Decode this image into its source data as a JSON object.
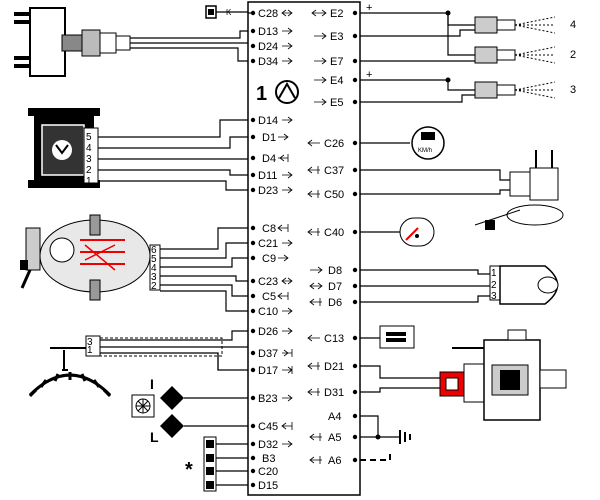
{
  "ecu": {
    "label": "1"
  },
  "left_pins": [
    "C28",
    "D13",
    "D24",
    "D34",
    "D14",
    "D1",
    "D4",
    "D11",
    "D23",
    "C8",
    "C21",
    "C9",
    "C23",
    "C5",
    "C10",
    "D26",
    "D37",
    "D17",
    "B23",
    "C45",
    "D32",
    "B3",
    "C20",
    "D15"
  ],
  "right_pins": [
    "E2",
    "E3",
    "E7",
    "E4",
    "E5",
    "C26",
    "C37",
    "C50",
    "C40",
    "D8",
    "D7",
    "D6",
    "C13",
    "D21",
    "D31",
    "A4",
    "A5",
    "A6"
  ],
  "labels": {
    "relay_k": "K",
    "plus": "+",
    "inj_a": "4",
    "inj_b": "2",
    "inj_c": "3",
    "kmh": "KM/h",
    "fan_high": "I",
    "fan_low": "L",
    "asterisk": "*"
  }
}
